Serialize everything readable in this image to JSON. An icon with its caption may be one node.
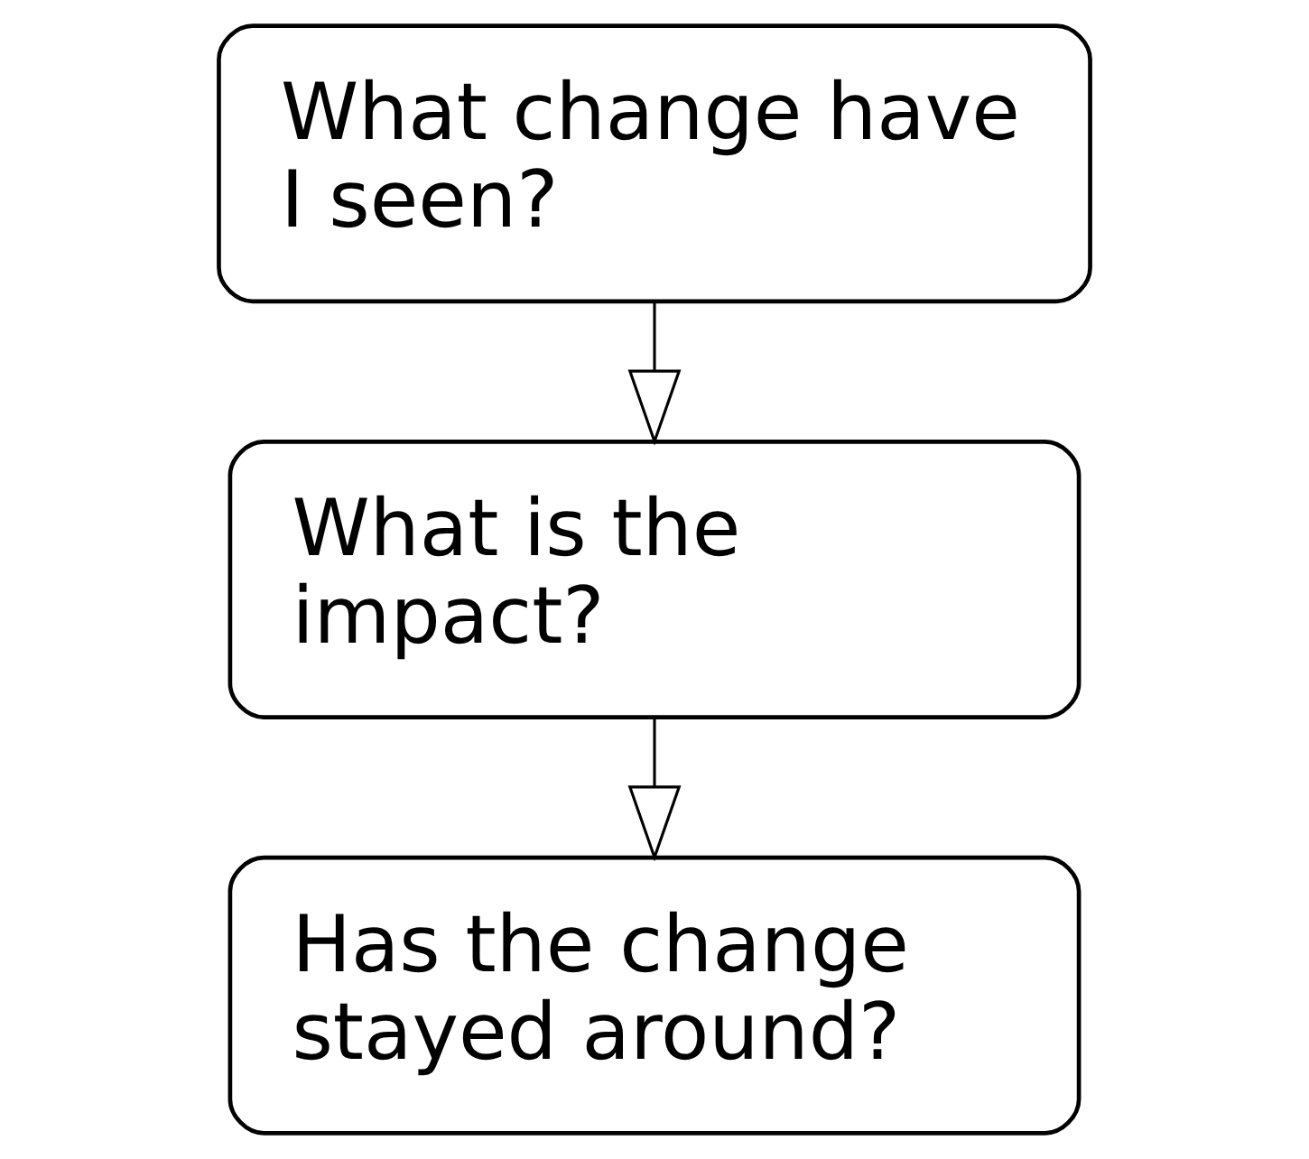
{
  "diagram": {
    "nodes": [
      {
        "text": [
          "What change have I seen?"
        ]
      },
      {
        "text": [
          "What is the impact?"
        ]
      },
      {
        "text": [
          "Has the change stayed around?"
        ]
      }
    ],
    "edges": [
      {
        "from": 0,
        "to": 1,
        "arrow": "to"
      },
      {
        "from": 1,
        "to": 2,
        "arrow": "to"
      }
    ]
  }
}
